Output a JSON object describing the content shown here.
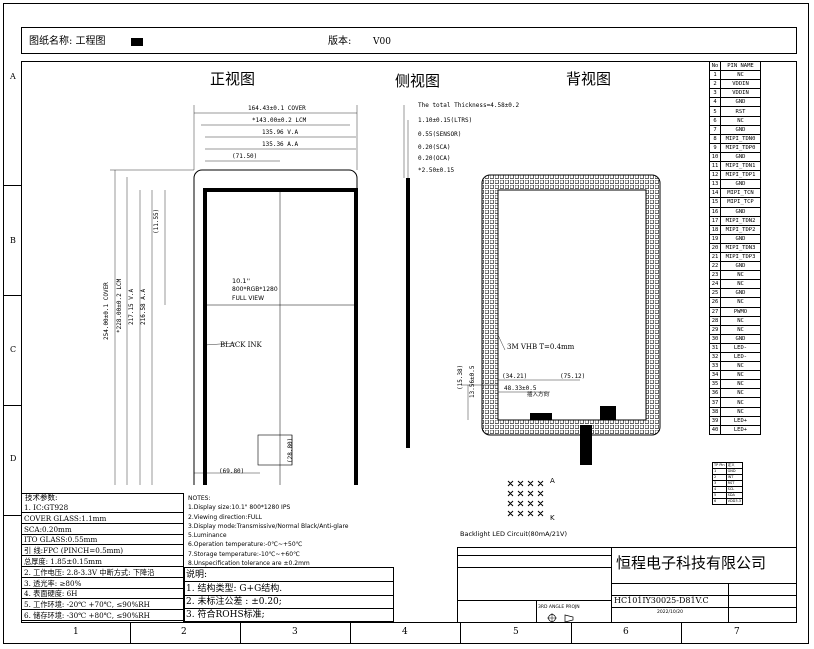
{
  "title_block": {
    "drawing_name_label": "图纸名称: 工程图",
    "version_label": "版本:",
    "version_value": "V00",
    "company": "恒程电子科技有限公司",
    "part_number": "HC101IY30025-D81V.C",
    "date": "2022/10/20",
    "third_angle": "3RD ANGLE PROJN"
  },
  "views": {
    "front": "正视图",
    "side": "侧视图",
    "back": "背视图"
  },
  "front_dims": {
    "cover_w": "164.43±0.1 COVER",
    "lcm_w": "*143.00±0.2 LCM",
    "va_w": "135.96 V.A",
    "aa_w": "135.36 A.A",
    "offset_x": "(71.50)",
    "offset_y": "(11.55)",
    "cover_h": "254.00±0.1 COVER",
    "lcm_h": "*228.00±0.2 LCM",
    "va_h": "217.15 V.A",
    "aa_h": "216.58 A.A",
    "fpc_x": "(69.80)",
    "fpc_h": "(28.80)",
    "display_size": "10.1''",
    "display_res": "800*RGB*1280",
    "display_view": "FULL VIEW",
    "black_ink": "BLACK INK"
  },
  "side_dims": {
    "total": "The total Thickness=4.58±0.2",
    "ltrs": "1.10±0.15(LTRS)",
    "sensor": "0.55(SENSOR)",
    "sca": "0.20(SCA)",
    "oca": "0.20(OCA)",
    "lcm": "*2.50±0.15"
  },
  "back_dims": {
    "tape": "3M VHB T=0.4mm",
    "d1": "(34.21)",
    "d2": "(75.12)",
    "d3": "48.33±0.5",
    "insert": "插入方向",
    "d4": "(15.38)",
    "d5": "13.56±0.5",
    "backlight": "Backlight LED Circuit(80mA/21V)",
    "anode": "A",
    "cathode": "K"
  },
  "pins": {
    "header_no": "No",
    "header_name": "PIN NAME",
    "list": [
      "NC",
      "VDDIN",
      "VDDIN",
      "GND",
      "RST",
      "NC",
      "GND",
      "MIPI_TDN0",
      "MIPI_TDP0",
      "GND",
      "MIPI_TDN1",
      "MIPI_TDP1",
      "GND",
      "MIPI_TCN",
      "MIPI_TCP",
      "GND",
      "MIPI_TDN2",
      "MIPI_TDP2",
      "GND",
      "MIPI_TDN3",
      "MIPI_TDP3",
      "GND",
      "NC",
      "NC",
      "GND",
      "NC",
      "PWMO",
      "NC",
      "NC",
      "GND",
      "LED-",
      "LED-",
      "NC",
      "NC",
      "NC",
      "NC",
      "NC",
      "NC",
      "LED+",
      "LED+"
    ]
  },
  "tp_pins": {
    "header": [
      "TP Pin",
      "定义"
    ],
    "rows": [
      [
        "1",
        "GND"
      ],
      [
        "2",
        "INT"
      ],
      [
        "3",
        "RST"
      ],
      [
        "4",
        "SCL"
      ],
      [
        "5",
        "SDA"
      ],
      [
        "6",
        "VDD3.3"
      ]
    ]
  },
  "tech_specs": {
    "title": "技术参数:",
    "rows": [
      "1. IC:GT928",
      "COVER GLASS:1.1mm",
      "SCA:0.20mm",
      "ITO GLASS:0.55mm",
      "引 线:FPC (PINCH=0.5mm)",
      "总厚度: 1.85±0.15mm",
      "2. 工作电压: 2.8-3.3V 中断方式: 下降沿",
      "3. 透光率: ≥80%",
      "4. 表面硬度: 6H",
      "5. 工作环境: -20℃ +70℃, ≤90%RH",
      "6. 储存环境: -30℃ +80℃, ≤90%RH"
    ]
  },
  "notes": {
    "title": "NOTES:",
    "items": [
      "1.Display size:10.1\" 800*1280 IPS",
      "2.Viewing direction:FULL",
      "3.Display mode:Transmissive/Normal Black/Anti-glare",
      "5.Luminance",
      "6.Operation temperature:-0℃~+50℃",
      "7.Storage temperature:-10℃~+60℃",
      "8.Unspecification tolerance are ±0.2mm"
    ]
  },
  "explain": {
    "title": "说明:",
    "items": [
      "1. 结构类型: G+G结构.",
      "2. 未标注公差 : ±0.20;",
      "3. 符合ROHS标准;"
    ]
  },
  "grid": {
    "cols": [
      "1",
      "2",
      "3",
      "4",
      "5",
      "6",
      "7"
    ],
    "rows": [
      "A",
      "B",
      "C",
      "D"
    ]
  }
}
